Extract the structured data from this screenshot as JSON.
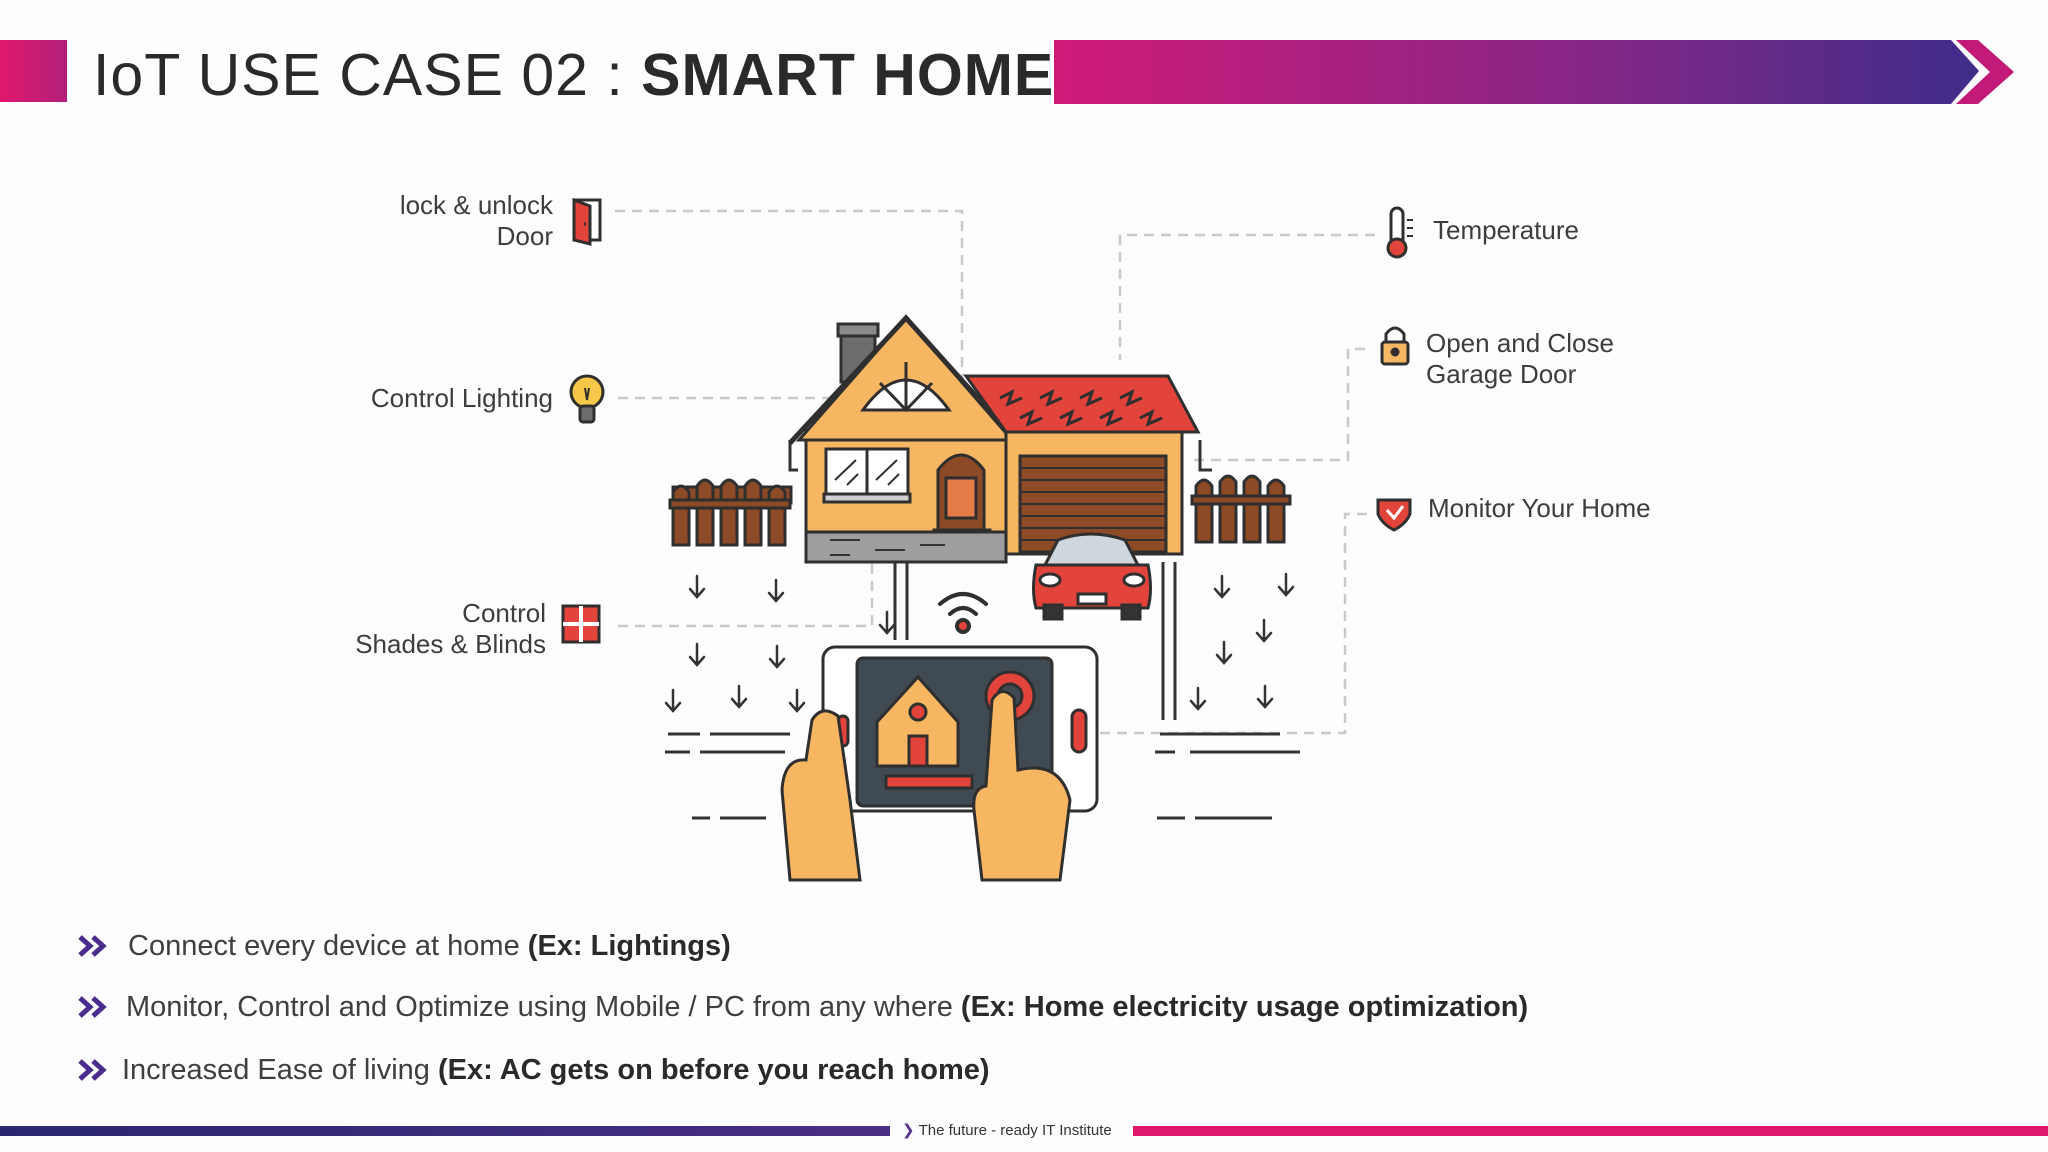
{
  "header": {
    "title_light": "IoT USE CASE 02 : ",
    "title_bold": "SMART HOME",
    "accent_color": "#e0186c",
    "band_colors": [
      "#d01a78",
      "#5b2f90",
      "#3f2d8a"
    ]
  },
  "features": {
    "lock_line1": "lock & unlock",
    "lock_line2": "Door",
    "lighting": "Control Lighting",
    "shades_line1": "Control",
    "shades_line2": "Shades & Blinds",
    "temperature": "Temperature",
    "garage_line1": "Open and Close",
    "garage_line2": "Garage Door",
    "monitor": "Monitor Your Home"
  },
  "icons": {
    "door": "door-icon",
    "bulb": "lightbulb-icon",
    "window": "window-icon",
    "thermometer": "thermometer-icon",
    "lock": "padlock-icon",
    "shield": "shield-icon"
  },
  "bullets": [
    {
      "text": "Connect every device at home ",
      "bold": "(Ex: Lightings)"
    },
    {
      "text": "Monitor, Control and Optimize using Mobile / PC from any where ",
      "bold": "(Ex: Home electricity usage optimization)"
    },
    {
      "text": "Increased Ease of living ",
      "bold": "(Ex: AC gets on before you reach home)"
    }
  ],
  "footer": {
    "tagline": "The future - ready IT Institute"
  }
}
